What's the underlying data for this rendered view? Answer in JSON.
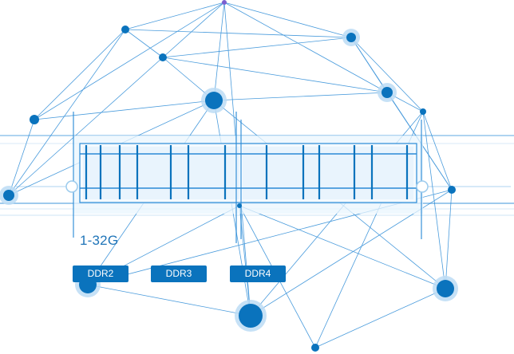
{
  "capacity_label": "1-32G",
  "memory_types": [
    "DDR2",
    "DDR3",
    "DDR4"
  ],
  "colors": {
    "line": "#2a8ad6",
    "node": "#0a73bd",
    "node_glow": "#bcdcf5",
    "button": "#0a73bd",
    "text": "#1f74b8"
  }
}
